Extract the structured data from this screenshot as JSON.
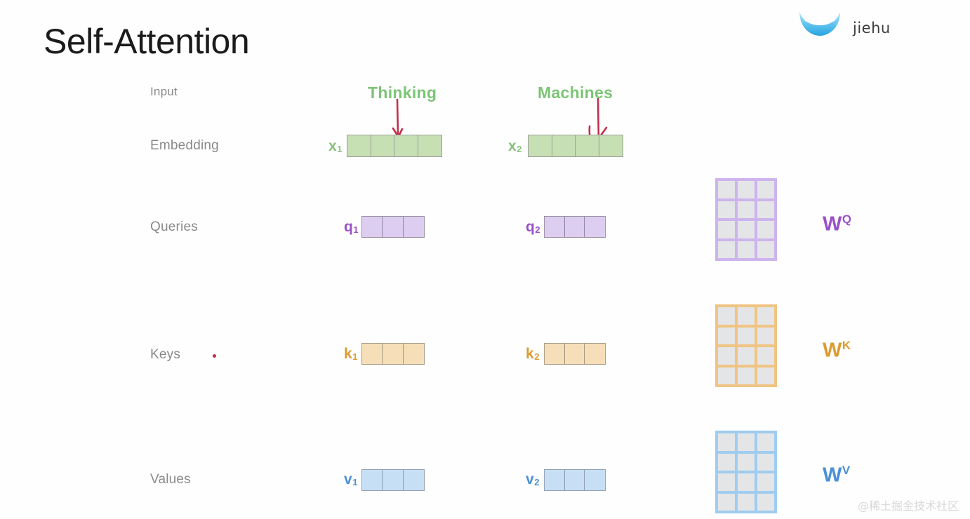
{
  "slide": {
    "title": "Self-Attention",
    "background_color": "#fefefe"
  },
  "brand": {
    "name": "jiehu",
    "mark_icon": "smile-curve-logo",
    "mark_color": "#35b3e8"
  },
  "watermark": {
    "text": "@稀土掘金技术社区"
  },
  "colors": {
    "green": "#c6e0b4",
    "green_text": "#7cc576",
    "purple": "#ddcdf0",
    "purple_text": "#9b51c9",
    "orange": "#f6dfb8",
    "orange_text": "#dd9b33",
    "blue": "#c7dff5",
    "blue_text": "#4a90d9",
    "label_gray": "#8a8a8a",
    "arrow_red": "#c0304a"
  },
  "row_labels": {
    "input": "Input",
    "embedding": "Embedding",
    "queries": "Queries",
    "keys": "Keys",
    "values": "Values"
  },
  "words": [
    {
      "text": "Thinking",
      "column": 1
    },
    {
      "text": "Machines",
      "column": 2
    }
  ],
  "vectors": {
    "embedding": [
      {
        "label": "x",
        "sub": "1",
        "cells": 4,
        "color": "green"
      },
      {
        "label": "x",
        "sub": "2",
        "cells": 4,
        "color": "green"
      }
    ],
    "queries": [
      {
        "label": "q",
        "sub": "1",
        "cells": 3,
        "color": "purple"
      },
      {
        "label": "q",
        "sub": "2",
        "cells": 3,
        "color": "purple"
      }
    ],
    "keys": [
      {
        "label": "k",
        "sub": "1",
        "cells": 3,
        "color": "orange"
      },
      {
        "label": "k",
        "sub": "2",
        "cells": 3,
        "color": "orange"
      }
    ],
    "values": [
      {
        "label": "v",
        "sub": "1",
        "cells": 3,
        "color": "blue"
      },
      {
        "label": "v",
        "sub": "2",
        "cells": 3,
        "color": "blue"
      }
    ]
  },
  "matrices": [
    {
      "label": "W",
      "sup": "Q",
      "rows": 4,
      "cols": 3,
      "color": "purple"
    },
    {
      "label": "W",
      "sup": "K",
      "rows": 4,
      "cols": 3,
      "color": "orange"
    },
    {
      "label": "W",
      "sup": "V",
      "rows": 4,
      "cols": 3,
      "color": "blue"
    }
  ],
  "annotations": [
    {
      "type": "arrow",
      "name": "thinking-arrow",
      "style": "straight-down",
      "color": "#c0304a"
    },
    {
      "type": "arrow",
      "name": "machines-arrow",
      "style": "hooked-down",
      "color": "#c0304a"
    }
  ]
}
